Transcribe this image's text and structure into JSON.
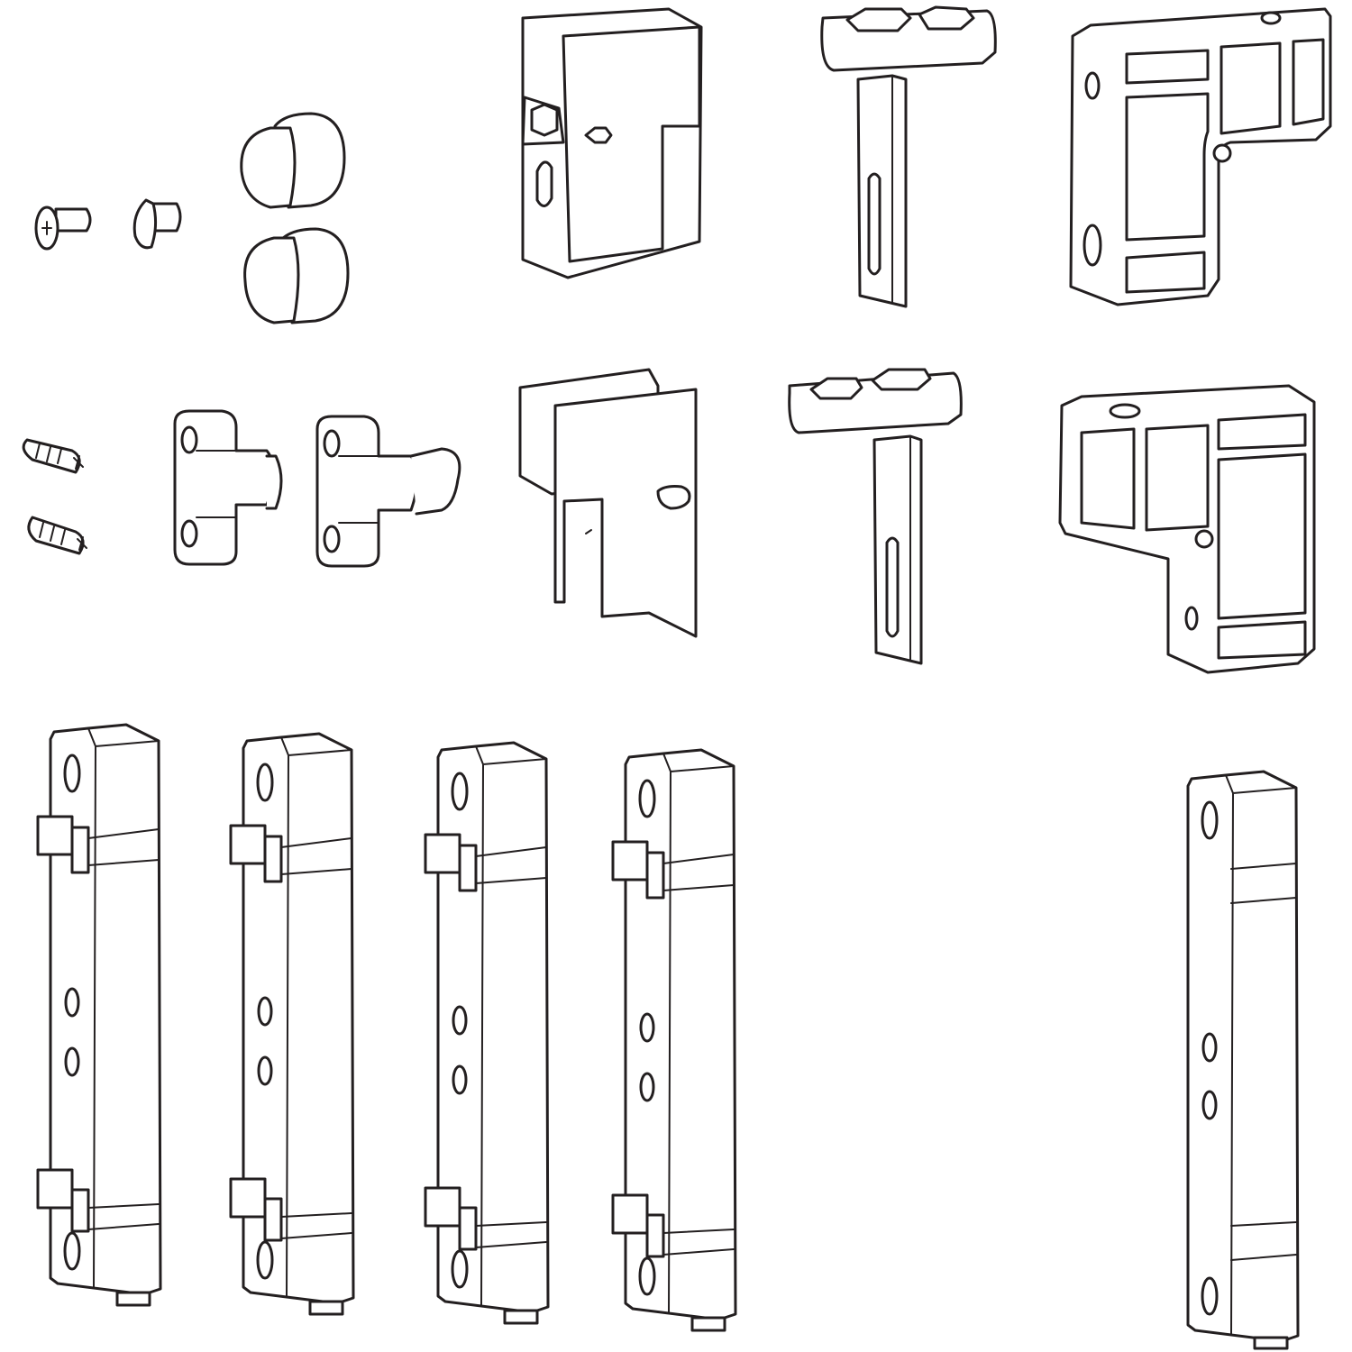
{
  "diagram": {
    "type": "exploded hardware parts illustration",
    "colors": {
      "line": "#231f20",
      "background": "#ffffff"
    },
    "parts": [
      {
        "name": "phillips-screw",
        "count": 1
      },
      {
        "name": "rivet-pin",
        "count": 1
      },
      {
        "name": "cap-nut",
        "count": 2
      },
      {
        "name": "set-screw-insert",
        "count": 2
      },
      {
        "name": "pivot-bracket",
        "count": 2
      },
      {
        "name": "glass-clamp-plate",
        "count": 2
      },
      {
        "name": "t-mount-bracket",
        "count": 2
      },
      {
        "name": "corner-frame-bracket",
        "count": 2
      },
      {
        "name": "rail-bar",
        "count": 5
      }
    ]
  }
}
